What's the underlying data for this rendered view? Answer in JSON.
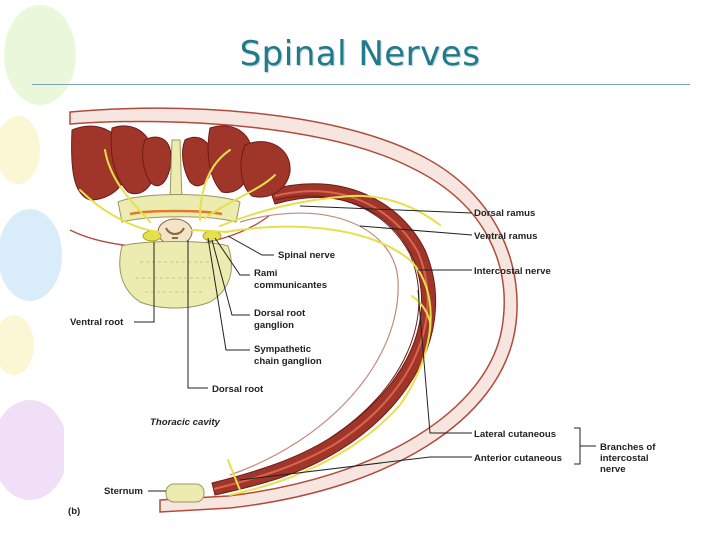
{
  "slide": {
    "title": "Spinal Nerves"
  },
  "figure": {
    "panel_label": "(b)",
    "region_label": "Thoracic cavity",
    "labels": {
      "dorsal_ramus": "Dorsal ramus",
      "ventral_ramus": "Ventral ramus",
      "spinal_nerve": "Spinal nerve",
      "intercostal_nerve": "Intercostal nerve",
      "rami_line1": "Rami",
      "rami_line2": "communicantes",
      "ventral_root": "Ventral root",
      "drg_line1": "Dorsal root",
      "drg_line2": "ganglion",
      "symp_line1": "Sympathetic",
      "symp_line2": "chain ganglion",
      "dorsal_root": "Dorsal root",
      "lateral_cutaneous": "Lateral cutaneous",
      "anterior_cutaneous": "Anterior cutaneous",
      "branches_line1": "Branches of",
      "branches_line2": "intercostal",
      "branches_line3": "nerve",
      "sternum": "Sternum"
    },
    "colors": {
      "muscle": "#a0362a",
      "muscle_dark": "#6e1c16",
      "nerve": "#e6e04a",
      "bone": "#ecebb0",
      "skin": "#f6e6df",
      "body_wall": "#c9433a",
      "title": "#1f7a8c"
    }
  }
}
